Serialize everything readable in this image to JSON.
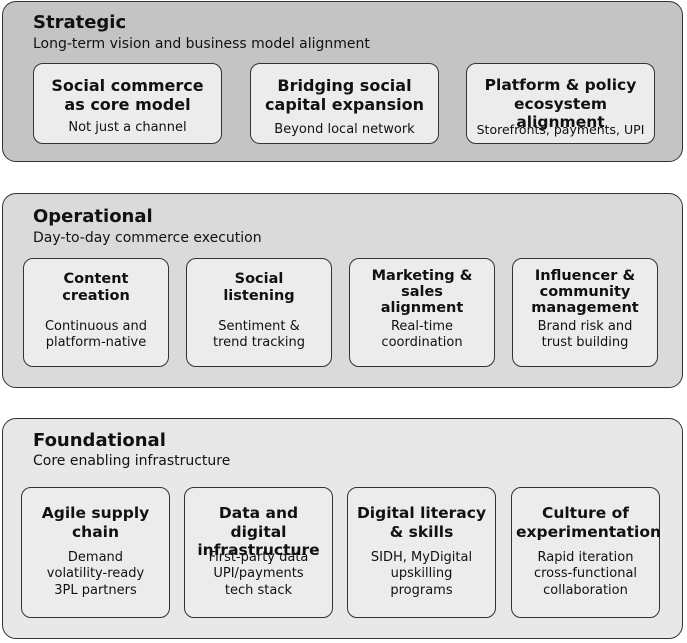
{
  "colors": {
    "strategic_bg": "#c4c4c4",
    "operational_bg": "#dadada",
    "foundational_bg": "#e8e8e8",
    "card_bg": "#ececec",
    "border": "#333333"
  },
  "strategic": {
    "title": "Strategic",
    "subtitle": "Long-term vision and business model alignment",
    "cards": [
      {
        "title_lines": [
          "Social commerce",
          "as core model"
        ],
        "desc_lines": [
          "Not just a channel"
        ]
      },
      {
        "title_lines": [
          "Bridging social",
          "capital expansion"
        ],
        "desc_lines": [
          "Beyond local network"
        ]
      },
      {
        "title_lines": [
          "Platform & policy",
          "ecosystem alignment"
        ],
        "desc_lines": [
          "Storefronts, payments, UPI"
        ]
      }
    ]
  },
  "operational": {
    "title": "Operational",
    "subtitle": "Day-to-day commerce execution",
    "cards": [
      {
        "title_lines": [
          "Content",
          "creation"
        ],
        "desc_lines": [
          "Continuous and",
          "platform-native"
        ]
      },
      {
        "title_lines": [
          "Social",
          "listening"
        ],
        "desc_lines": [
          "Sentiment &",
          "trend tracking"
        ]
      },
      {
        "title_lines": [
          "Marketing &",
          "sales",
          "alignment"
        ],
        "desc_lines": [
          "Real-time",
          "coordination"
        ]
      },
      {
        "title_lines": [
          "Influencer &",
          "community",
          "management"
        ],
        "desc_lines": [
          "Brand risk and",
          "trust building"
        ]
      }
    ]
  },
  "foundational": {
    "title": "Foundational",
    "subtitle": "Core enabling infrastructure",
    "cards": [
      {
        "title_lines": [
          "Agile supply",
          "chain"
        ],
        "desc_lines": [
          "Demand",
          "volatility-ready",
          "3PL partners"
        ]
      },
      {
        "title_lines": [
          "Data and digital",
          "infrastructure"
        ],
        "desc_lines": [
          "First-party data",
          "UPI/payments",
          "tech stack"
        ]
      },
      {
        "title_lines": [
          "Digital literacy",
          "& skills"
        ],
        "desc_lines": [
          "SIDH, MyDigital",
          "upskilling",
          "programs"
        ]
      },
      {
        "title_lines": [
          "Culture of",
          "experimentation"
        ],
        "desc_lines": [
          "Rapid iteration",
          "cross-functional",
          "collaboration"
        ]
      }
    ]
  }
}
